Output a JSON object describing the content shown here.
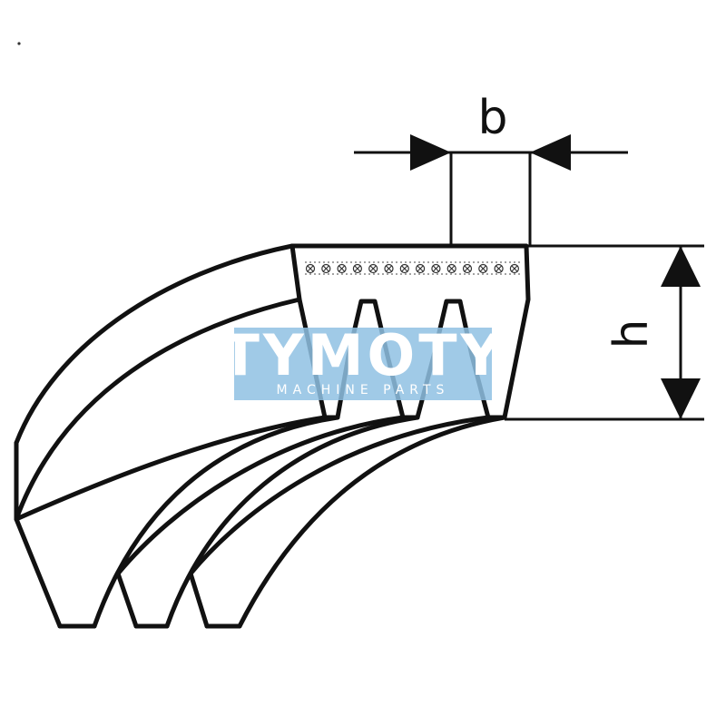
{
  "dimensions": {
    "width_label": "b",
    "height_label": "h"
  },
  "watermark": {
    "brand": "TYMOTY",
    "tagline": "MACHINE PARTS",
    "box_color": "#8fc1e3"
  },
  "colors": {
    "line": "#111111",
    "background": "#ffffff"
  }
}
